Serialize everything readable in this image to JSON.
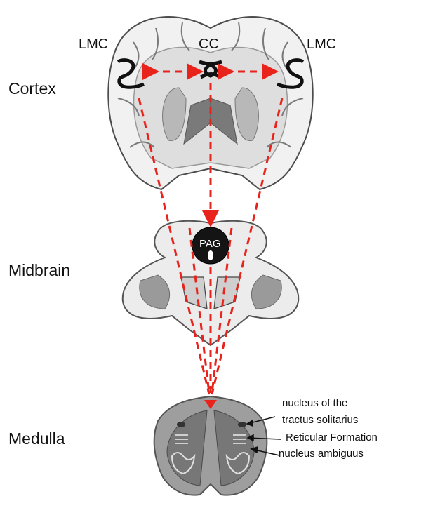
{
  "levels": {
    "cortex": "Cortex",
    "midbrain": "Midbrain",
    "medulla": "Medulla"
  },
  "cortex_labels": {
    "lmc_left": "LMC",
    "cc": "CC",
    "lmc_right": "LMC"
  },
  "midbrain_labels": {
    "pag": "PAG"
  },
  "medulla_labels": {
    "nts_line1": "nucleus of the",
    "nts_line2": "tractus solitarius",
    "reticular": "Reticular Formation",
    "ambiguus": "nucleus ambiguus"
  },
  "colors": {
    "arrow": "#e8231c",
    "tissue_light": "#dcdcdc",
    "tissue_mid": "#a9a9a9",
    "tissue_dark": "#6e6e6e",
    "pag_fill": "#141414"
  }
}
